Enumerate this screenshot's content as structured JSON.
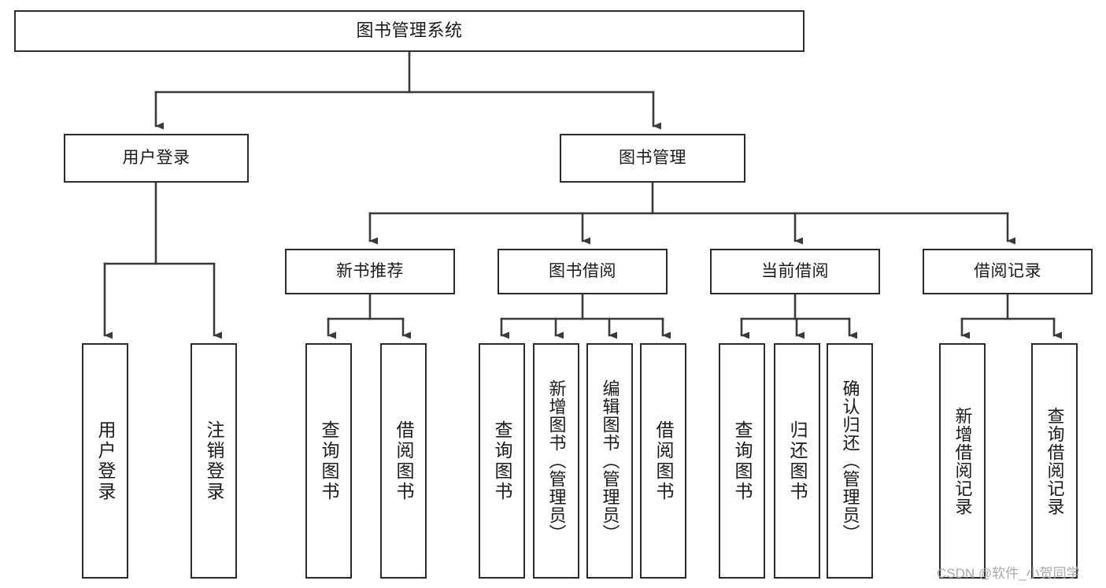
{
  "diagram": {
    "type": "tree",
    "title": "图书管理系统",
    "orientation": "top-down",
    "colors": {
      "background": "#ffffff",
      "box_border": "#2b2b2b",
      "box_fill": "#ffffff",
      "edge": "#3a3a3a",
      "text": "#1a1a1a",
      "watermark": "#a9a9a9"
    }
  },
  "nodes": {
    "root": {
      "label": "图书管理系统"
    },
    "level2": [
      {
        "id": "user-login",
        "label": "用户登录"
      },
      {
        "id": "book-manage",
        "label": "图书管理"
      }
    ],
    "level3": [
      {
        "id": "new-book-recommend",
        "label": "新书推荐"
      },
      {
        "id": "book-borrow",
        "label": "图书借阅"
      },
      {
        "id": "current-borrow",
        "label": "当前借阅"
      },
      {
        "id": "borrow-record",
        "label": "借阅记录"
      }
    ],
    "leaves": {
      "user_login": [
        {
          "id": "leaf-user-login",
          "label": "用户登录"
        },
        {
          "id": "leaf-logout-login",
          "label": "注销登录"
        }
      ],
      "new_book_recommend": [
        {
          "id": "leaf-query-book-1",
          "label": "查询图书"
        },
        {
          "id": "leaf-borrow-book-1",
          "label": "借阅图书"
        }
      ],
      "book_borrow": [
        {
          "id": "leaf-query-book-2",
          "label": "查询图书"
        },
        {
          "id": "leaf-add-book",
          "label": "新增图书（管理员）"
        },
        {
          "id": "leaf-edit-book",
          "label": "编辑图书（管理员）"
        },
        {
          "id": "leaf-borrow-book-2",
          "label": "借阅图书"
        }
      ],
      "current_borrow": [
        {
          "id": "leaf-query-book-3",
          "label": "查询图书"
        },
        {
          "id": "leaf-return-book",
          "label": "归还图书"
        },
        {
          "id": "leaf-confirm-return",
          "label": "确认归还（管理员）"
        }
      ],
      "borrow_record": [
        {
          "id": "leaf-add-record",
          "label": "新增借阅记录"
        },
        {
          "id": "leaf-query-record",
          "label": "查询借阅记录"
        }
      ]
    }
  },
  "watermark": {
    "text": "CSDN @软件_小贺同学"
  }
}
